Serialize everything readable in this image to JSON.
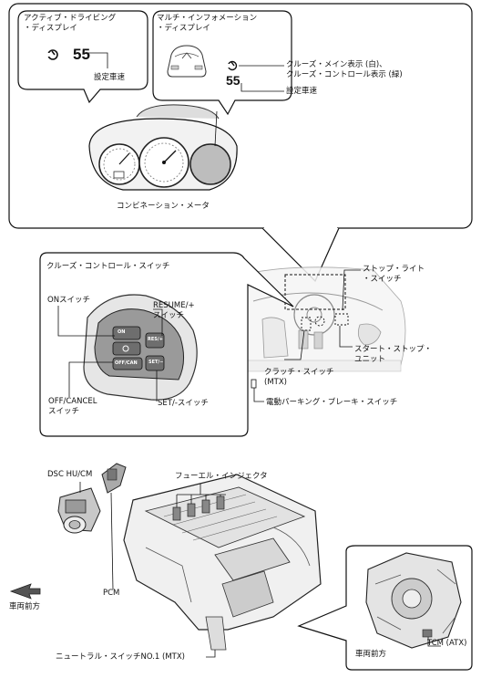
{
  "top_panel": {
    "active_display_label": "アクティブ・ドライビング\n・ディスプレイ",
    "active_speed": "55",
    "active_set_speed_label": "設定車速",
    "multi_info_label": "マルチ・インフォメーション\n・ディスプレイ",
    "multi_speed": "55",
    "cruise_indicator_label": "クルーズ・メイン表示 (白)、\nクルーズ・コントロール表示 (緑)",
    "multi_set_speed_label": "設定車速",
    "combination_meter_label": "コンビネーション・メータ"
  },
  "switch_panel": {
    "title": "クルーズ・コントロール・スイッチ",
    "on_switch_label": "ONスイッチ",
    "resume_label": "RESUME/+\nスイッチ",
    "off_cancel_label": "OFF/CANCEL\nスイッチ",
    "set_label": "SET/-スイッチ",
    "btn_on": "ON",
    "btn_res": "RES/+",
    "btn_off": "OFF/CAN",
    "btn_set": "SET/−"
  },
  "cabin": {
    "stop_light_label": "ストップ・ライト\n・スイッチ",
    "start_stop_label": "スタート・ストップ・\nユニット",
    "clutch_label": "クラッチ・スイッチ\n(MTX)",
    "epb_label": "電動パーキング・ブレーキ・スイッチ"
  },
  "engine": {
    "dsc_label": "DSC HU/CM",
    "injector_label": "フューエル・インジェクタ",
    "pcm_label": "PCM",
    "front_label": "車両前方",
    "neutral_label": "ニュートラル・スイッチNO.1 (MTX)",
    "tcm_label": "TCM (ATX)",
    "front_label_2": "車両前方"
  }
}
